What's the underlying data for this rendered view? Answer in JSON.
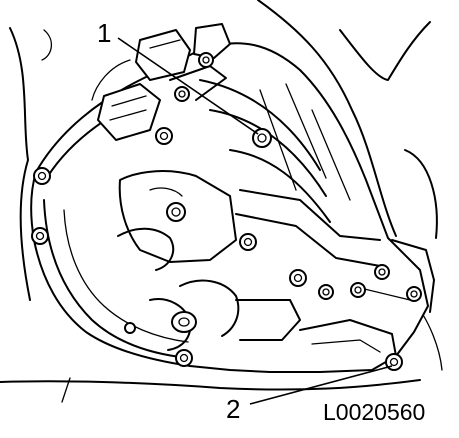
{
  "figure": {
    "callouts": [
      {
        "number": "1"
      },
      {
        "number": "2"
      }
    ],
    "figure_code": "L0020560"
  }
}
